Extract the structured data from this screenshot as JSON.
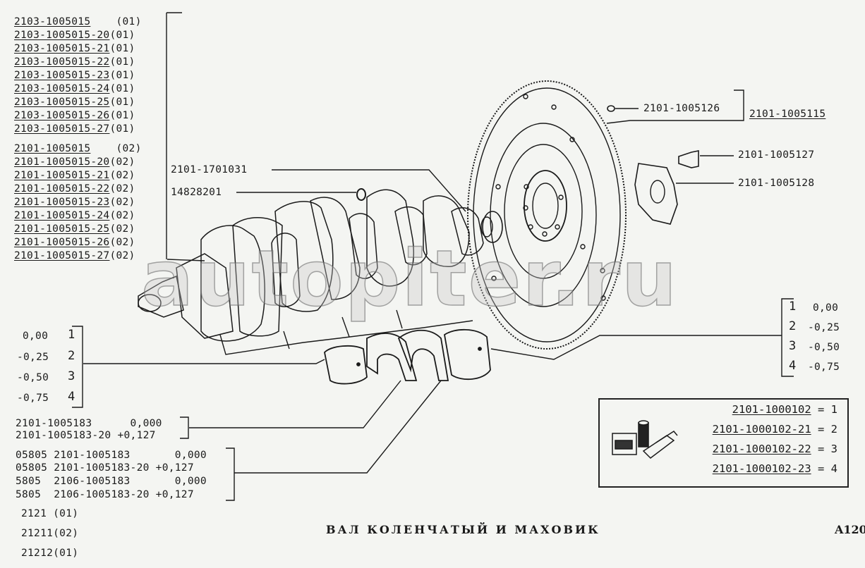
{
  "crankshaft_variants_01": [
    {
      "part": "2103-1005015",
      "code": "(01)"
    },
    {
      "part": "2103-1005015-20",
      "code": "(01)"
    },
    {
      "part": "2103-1005015-21",
      "code": "(01)"
    },
    {
      "part": "2103-1005015-22",
      "code": "(01)"
    },
    {
      "part": "2103-1005015-23",
      "code": "(01)"
    },
    {
      "part": "2103-1005015-24",
      "code": "(01)"
    },
    {
      "part": "2103-1005015-25",
      "code": "(01)"
    },
    {
      "part": "2103-1005015-26",
      "code": "(01)"
    },
    {
      "part": "2103-1005015-27",
      "code": "(01)"
    }
  ],
  "crankshaft_variants_02": [
    {
      "part": "2101-1005015",
      "code": "(02)"
    },
    {
      "part": "2101-1005015-20",
      "code": "(02)"
    },
    {
      "part": "2101-1005015-21",
      "code": "(02)"
    },
    {
      "part": "2101-1005015-22",
      "code": "(02)"
    },
    {
      "part": "2101-1005015-23",
      "code": "(02)"
    },
    {
      "part": "2101-1005015-24",
      "code": "(02)"
    },
    {
      "part": "2101-1005015-25",
      "code": "(02)"
    },
    {
      "part": "2101-1005015-26",
      "code": "(02)"
    },
    {
      "part": "2101-1005015-27",
      "code": "(02)"
    }
  ],
  "callouts": {
    "sprocket": "2101-1701031",
    "bearing": "14828201",
    "dowel": "2101-1005126",
    "flywheel": "2101-1005115",
    "bolt": "2101-1005127",
    "washer": "2101-1005128"
  },
  "left_sizes": [
    {
      "value": "0,00",
      "num": "1"
    },
    {
      "value": "-0,25",
      "num": "2"
    },
    {
      "value": "-0,50",
      "num": "3"
    },
    {
      "value": "-0,75",
      "num": "4"
    }
  ],
  "right_sizes": [
    {
      "num": "1",
      "value": "0,00"
    },
    {
      "num": "2",
      "value": "-0,25"
    },
    {
      "num": "3",
      "value": "-0,50"
    },
    {
      "num": "4",
      "value": "-0,75"
    }
  ],
  "thrust_half_rings": [
    {
      "part": "2101-1005183",
      "size": "0,000"
    },
    {
      "part": "2101-1005183-20",
      "size": "+0,127"
    }
  ],
  "thrust_half_rings_2": [
    {
      "prefix": "05805",
      "part": "2101-1005183",
      "size": "0,000"
    },
    {
      "prefix": "05805",
      "part": "2101-1005183-20",
      "size": "+0,127"
    },
    {
      "prefix": "5805",
      "part": "2106-1005183",
      "size": "0,000"
    },
    {
      "prefix": "5805",
      "part": "2106-1005183-20",
      "size": "+0,127"
    }
  ],
  "models": [
    "2121 (01)",
    "21211(02)",
    "21212(01)"
  ],
  "repair_kits": [
    {
      "part": "2101-1000102",
      "num": "1"
    },
    {
      "part": "2101-1000102-21",
      "num": "2"
    },
    {
      "part": "2101-1000102-22",
      "num": "3"
    },
    {
      "part": "2101-1000102-23",
      "num": "4"
    }
  ],
  "page": {
    "title": "ВАЛ КОЛЕНЧАТЫЙ И МАХОВИК",
    "code": "A120",
    "watermark": "autopiter.ru"
  }
}
